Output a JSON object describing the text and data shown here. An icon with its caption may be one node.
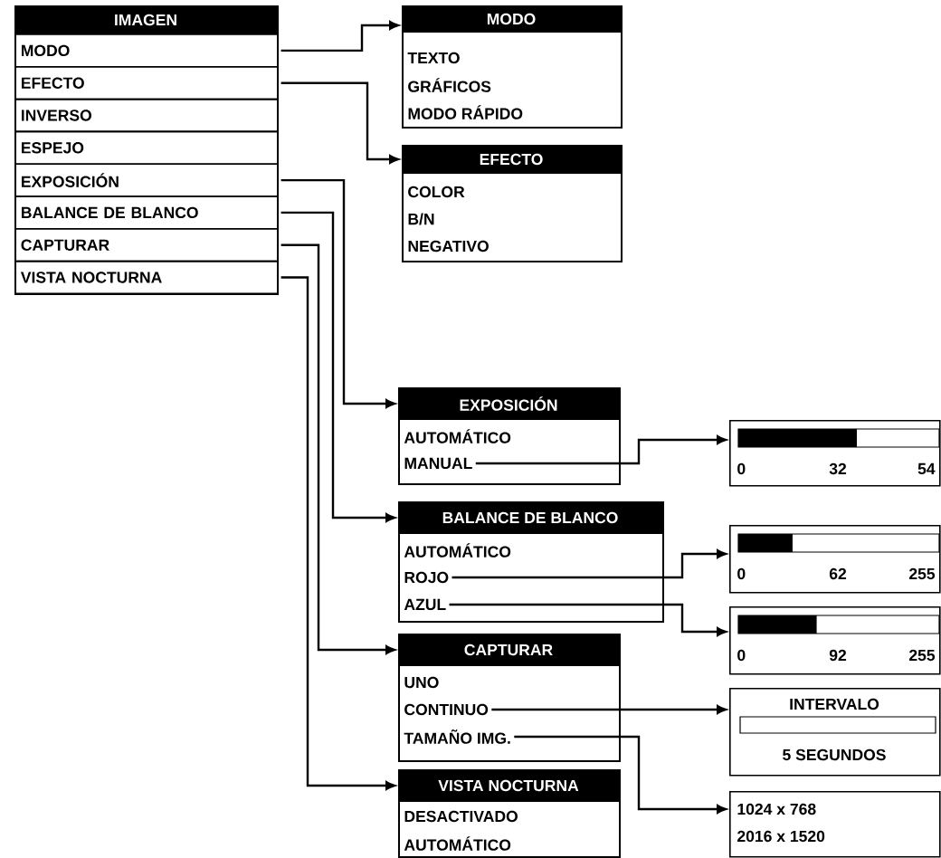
{
  "diagram": {
    "nodes": [
      {
        "text": [
          "IMAGEN"
        ]
      },
      {
        "text": [
          "MODO"
        ],
        "in": 0
      },
      {
        "text": [
          "EFECTO"
        ],
        "in": 0
      },
      {
        "text": [
          "INVERSO"
        ],
        "in": 0
      },
      {
        "text": [
          "ESPEJO"
        ],
        "in": 0
      },
      {
        "text": [
          "EXPOSICIÓN"
        ],
        "in": 0
      },
      {
        "text": [
          "BALANCE DE BLANCO"
        ],
        "in": 0
      },
      {
        "text": [
          "CAPTURAR"
        ],
        "in": 0
      },
      {
        "text": [
          "VISTA NOCTURNA"
        ],
        "in": 0
      },
      {
        "text": [
          "MODO"
        ]
      },
      {
        "text": [
          "TEXTO"
        ],
        "in": 9
      },
      {
        "text": [
          "GRÁFICOS"
        ],
        "in": 9
      },
      {
        "text": [
          "MODO RÁPIDO"
        ],
        "in": 9
      },
      {
        "text": [
          "EFECTO"
        ]
      },
      {
        "text": [
          "COLOR"
        ],
        "in": 13
      },
      {
        "text": [
          "B/N"
        ],
        "in": 13
      },
      {
        "text": [
          "NEGATIVO"
        ],
        "in": 13
      },
      {
        "text": [
          "EXPOSICIÓN"
        ]
      },
      {
        "text": [
          "AUTOMÁTICO"
        ],
        "in": 17
      },
      {
        "text": [
          "MANUAL"
        ],
        "in": 17
      },
      {
        "text": [
          "0",
          "32",
          "54"
        ]
      },
      {
        "text": [
          "BALANCE DE BLANCO"
        ]
      },
      {
        "text": [
          "AUTOMÁTICO"
        ],
        "in": 21
      },
      {
        "text": [
          "ROJO"
        ],
        "in": 21
      },
      {
        "text": [
          "AZUL"
        ],
        "in": 21
      },
      {
        "text": [
          "0",
          "62",
          "255"
        ]
      },
      {
        "text": [
          "0",
          "92",
          "255"
        ]
      },
      {
        "text": [
          "CAPTURAR"
        ]
      },
      {
        "text": [
          "UNO"
        ],
        "in": 27
      },
      {
        "text": [
          "CONTINUO"
        ],
        "in": 27
      },
      {
        "text": [
          "TAMAÑO IMG."
        ],
        "in": 27
      },
      {
        "text": [
          "INTERVALO",
          "5 SEGUNDOS"
        ]
      },
      {
        "text": [
          "VISTA NOCTURNA"
        ]
      },
      {
        "text": [
          "DESACTIVADO"
        ],
        "in": 32
      },
      {
        "text": [
          "AUTOMÁTICO"
        ],
        "in": 32
      },
      {
        "text": [
          "1024 x 768",
          "2016 x 1520"
        ]
      }
    ],
    "edges": [
      {
        "from": 1,
        "to": 9,
        "arrow": "to"
      },
      {
        "from": 2,
        "to": 13,
        "arrow": "to"
      },
      {
        "from": 5,
        "to": 17,
        "arrow": "to"
      },
      {
        "from": 6,
        "to": 21,
        "arrow": "to"
      },
      {
        "from": 7,
        "to": 27,
        "arrow": "to"
      },
      {
        "from": 8,
        "to": 32,
        "arrow": "to"
      },
      {
        "from": 19,
        "to": 20,
        "arrow": "to"
      },
      {
        "from": 23,
        "to": 25,
        "arrow": "to"
      },
      {
        "from": 24,
        "to": 26,
        "arrow": "to"
      },
      {
        "from": 29,
        "to": 31,
        "arrow": "to"
      },
      {
        "from": 30,
        "to": 35,
        "arrow": "to"
      }
    ]
  }
}
